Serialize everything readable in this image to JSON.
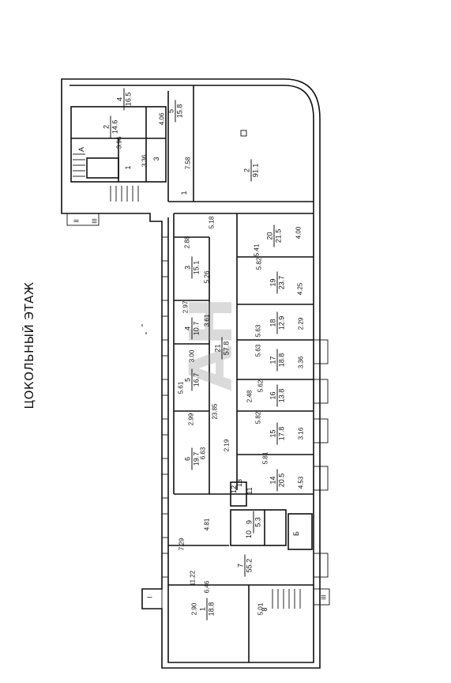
{
  "floor_title": "ЦОКОЛЬНЫЙ ЭТАЖ",
  "watermark": "АН",
  "rooms": [
    {
      "num": "4",
      "area": "16.5"
    },
    {
      "num": "5",
      "area": "15.8"
    },
    {
      "num": "2",
      "area": "14.6"
    },
    {
      "num": "2",
      "area": "91.1"
    },
    {
      "num": "3",
      "area": "15.1"
    },
    {
      "num": "4",
      "area": "10.7"
    },
    {
      "num": "5",
      "area": "16.7"
    },
    {
      "num": "6",
      "area": "19.7"
    },
    {
      "num": "21",
      "area": "57.8"
    },
    {
      "num": "20",
      "area": "21.5"
    },
    {
      "num": "19",
      "area": "23.7"
    },
    {
      "num": "18",
      "area": "12.9"
    },
    {
      "num": "17",
      "area": "18.8"
    },
    {
      "num": "16",
      "area": "13.8"
    },
    {
      "num": "15",
      "area": "17.8"
    },
    {
      "num": "14",
      "area": "20.5"
    },
    {
      "num": "7",
      "area": "55.2"
    },
    {
      "num": "9",
      "area": "5.3"
    },
    {
      "num": "1",
      "area": "18.8"
    }
  ],
  "plain_labels": [
    "А",
    "1",
    "3",
    "1",
    "10",
    "Б",
    "8",
    "12",
    "13",
    "11"
  ],
  "stair_labels": [
    "II",
    "III",
    "I",
    "III"
  ],
  "dimensions": [
    "3.96",
    "3.36",
    "4.06",
    "7.58",
    "5.18",
    "2.88",
    "5.26",
    "2.97",
    "3.61",
    "3.00",
    "5.61",
    "2.99",
    "6.63",
    "23.85",
    "2.19",
    "4.00",
    "5.41",
    "5.82",
    "4.25",
    "5.63",
    "2.29",
    "5.63",
    "3.36",
    "5.62",
    "2.48",
    "5.82",
    "3.16",
    "5.81",
    "4.53",
    "4.81",
    "7.29",
    "11.22",
    "6.46",
    "2.90",
    "5.01"
  ]
}
